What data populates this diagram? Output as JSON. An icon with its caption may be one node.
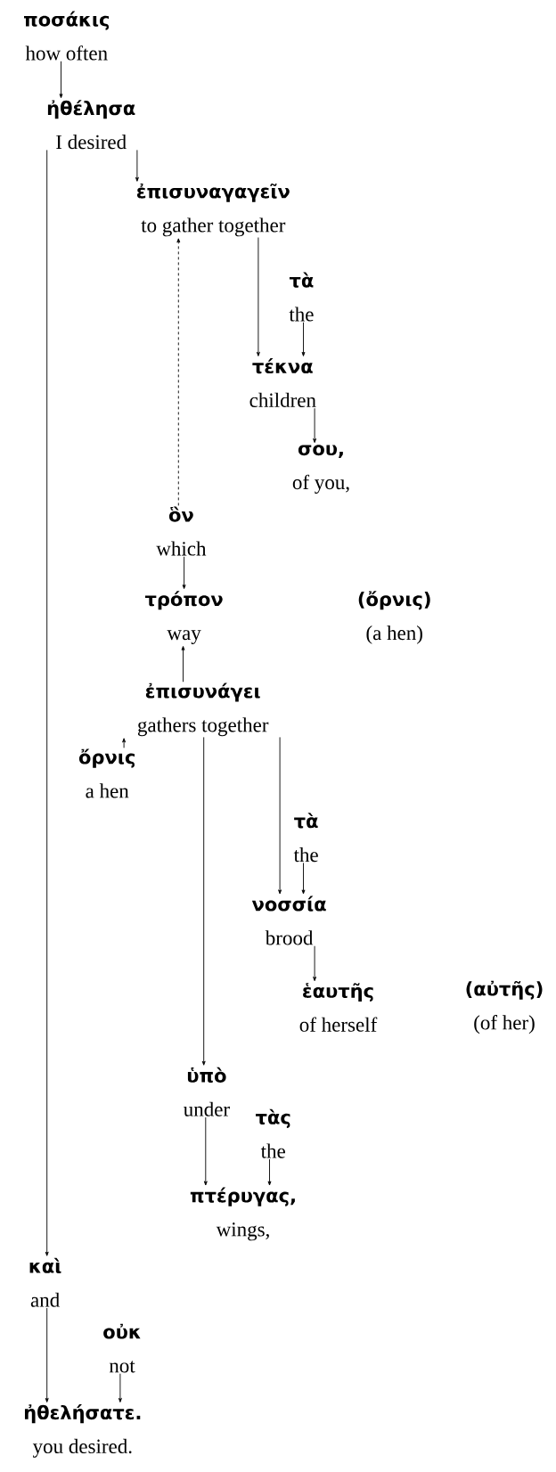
{
  "diagram": {
    "nodes": [
      {
        "text": [
          "ποσάκις",
          "how often"
        ]
      },
      {
        "text": [
          "ἠθέλησα",
          "I desired"
        ]
      },
      {
        "text": [
          "ἐπισυναγαγεῖν",
          "to gather together"
        ]
      },
      {
        "text": [
          "τὰ",
          "the"
        ]
      },
      {
        "text": [
          "τέκνα",
          "children"
        ]
      },
      {
        "text": [
          "σου,",
          "of you,"
        ]
      },
      {
        "text": [
          "ὃν",
          "which"
        ]
      },
      {
        "text": [
          "τρόπον",
          "way"
        ]
      },
      {
        "text": [
          "(ὄρνις)",
          "(a hen)"
        ]
      },
      {
        "text": [
          "ἐπισυνάγει",
          "gathers together"
        ]
      },
      {
        "text": [
          "ὄρνις",
          "a hen"
        ]
      },
      {
        "text": [
          "τὰ",
          "the"
        ]
      },
      {
        "text": [
          "νοσσία",
          "brood"
        ]
      },
      {
        "text": [
          "ἑαυτῆς",
          "of herself"
        ]
      },
      {
        "text": [
          "(αὐτῆς)",
          "(of her)"
        ]
      },
      {
        "text": [
          "ὑπὸ",
          "under"
        ]
      },
      {
        "text": [
          "τὰς",
          "the"
        ]
      },
      {
        "text": [
          "πτέρυγας,",
          "wings,"
        ]
      },
      {
        "text": [
          "καὶ",
          "and"
        ]
      },
      {
        "text": [
          "οὐκ",
          "not"
        ]
      },
      {
        "text": [
          "ἠθελήσατε.",
          "you desired."
        ]
      }
    ],
    "edges": [
      {
        "from": 0,
        "to": 1,
        "arrow": "to"
      },
      {
        "from": 1,
        "to": 2,
        "arrow": "to"
      },
      {
        "from": 1,
        "to": 18,
        "arrow": "to"
      },
      {
        "from": 2,
        "to": 4,
        "arrow": "to"
      },
      {
        "from": 3,
        "to": 4,
        "arrow": "to"
      },
      {
        "from": 4,
        "to": 5,
        "arrow": "to"
      },
      {
        "from": 6,
        "to": 2,
        "arrow": "to",
        "style": "dashed"
      },
      {
        "from": 6,
        "to": 7,
        "arrow": "to"
      },
      {
        "from": 9,
        "to": 7,
        "arrow": "to"
      },
      {
        "from": 10,
        "to": 9,
        "arrow": "to"
      },
      {
        "from": 9,
        "to": 15,
        "arrow": "to"
      },
      {
        "from": 9,
        "to": 12,
        "arrow": "to"
      },
      {
        "from": 11,
        "to": 12,
        "arrow": "to"
      },
      {
        "from": 12,
        "to": 13,
        "arrow": "to"
      },
      {
        "from": 15,
        "to": 17,
        "arrow": "to"
      },
      {
        "from": 16,
        "to": 17,
        "arrow": "to"
      },
      {
        "from": 18,
        "to": 20,
        "arrow": "to"
      },
      {
        "from": 19,
        "to": 20,
        "arrow": "to"
      }
    ]
  }
}
